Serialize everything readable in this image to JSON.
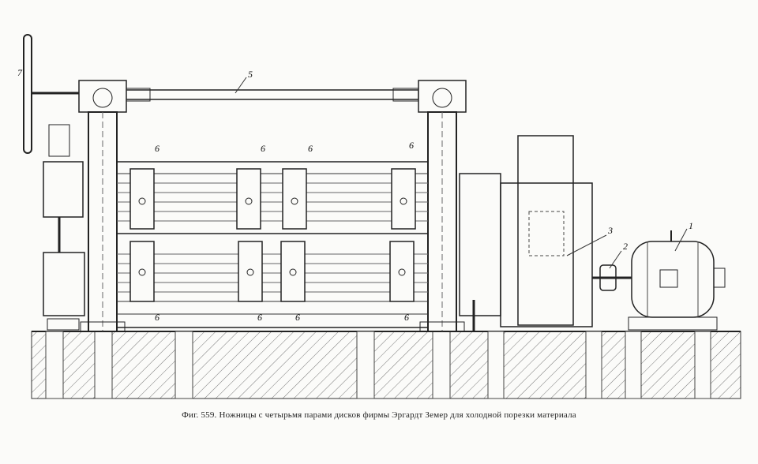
{
  "caption": "Фиг. 559. Ножницы с четырьмя парами дисков фирмы Эргардт Земер для холодной порезки материала",
  "labels": {
    "l1": "1",
    "l2": "2",
    "l3": "3",
    "l5": "5",
    "l6a": "6",
    "l6b": "6",
    "l6c": "6",
    "l6d": "6",
    "l6e": "6",
    "l6f": "6",
    "l6g": "6",
    "l6h": "6",
    "l7": "7"
  }
}
